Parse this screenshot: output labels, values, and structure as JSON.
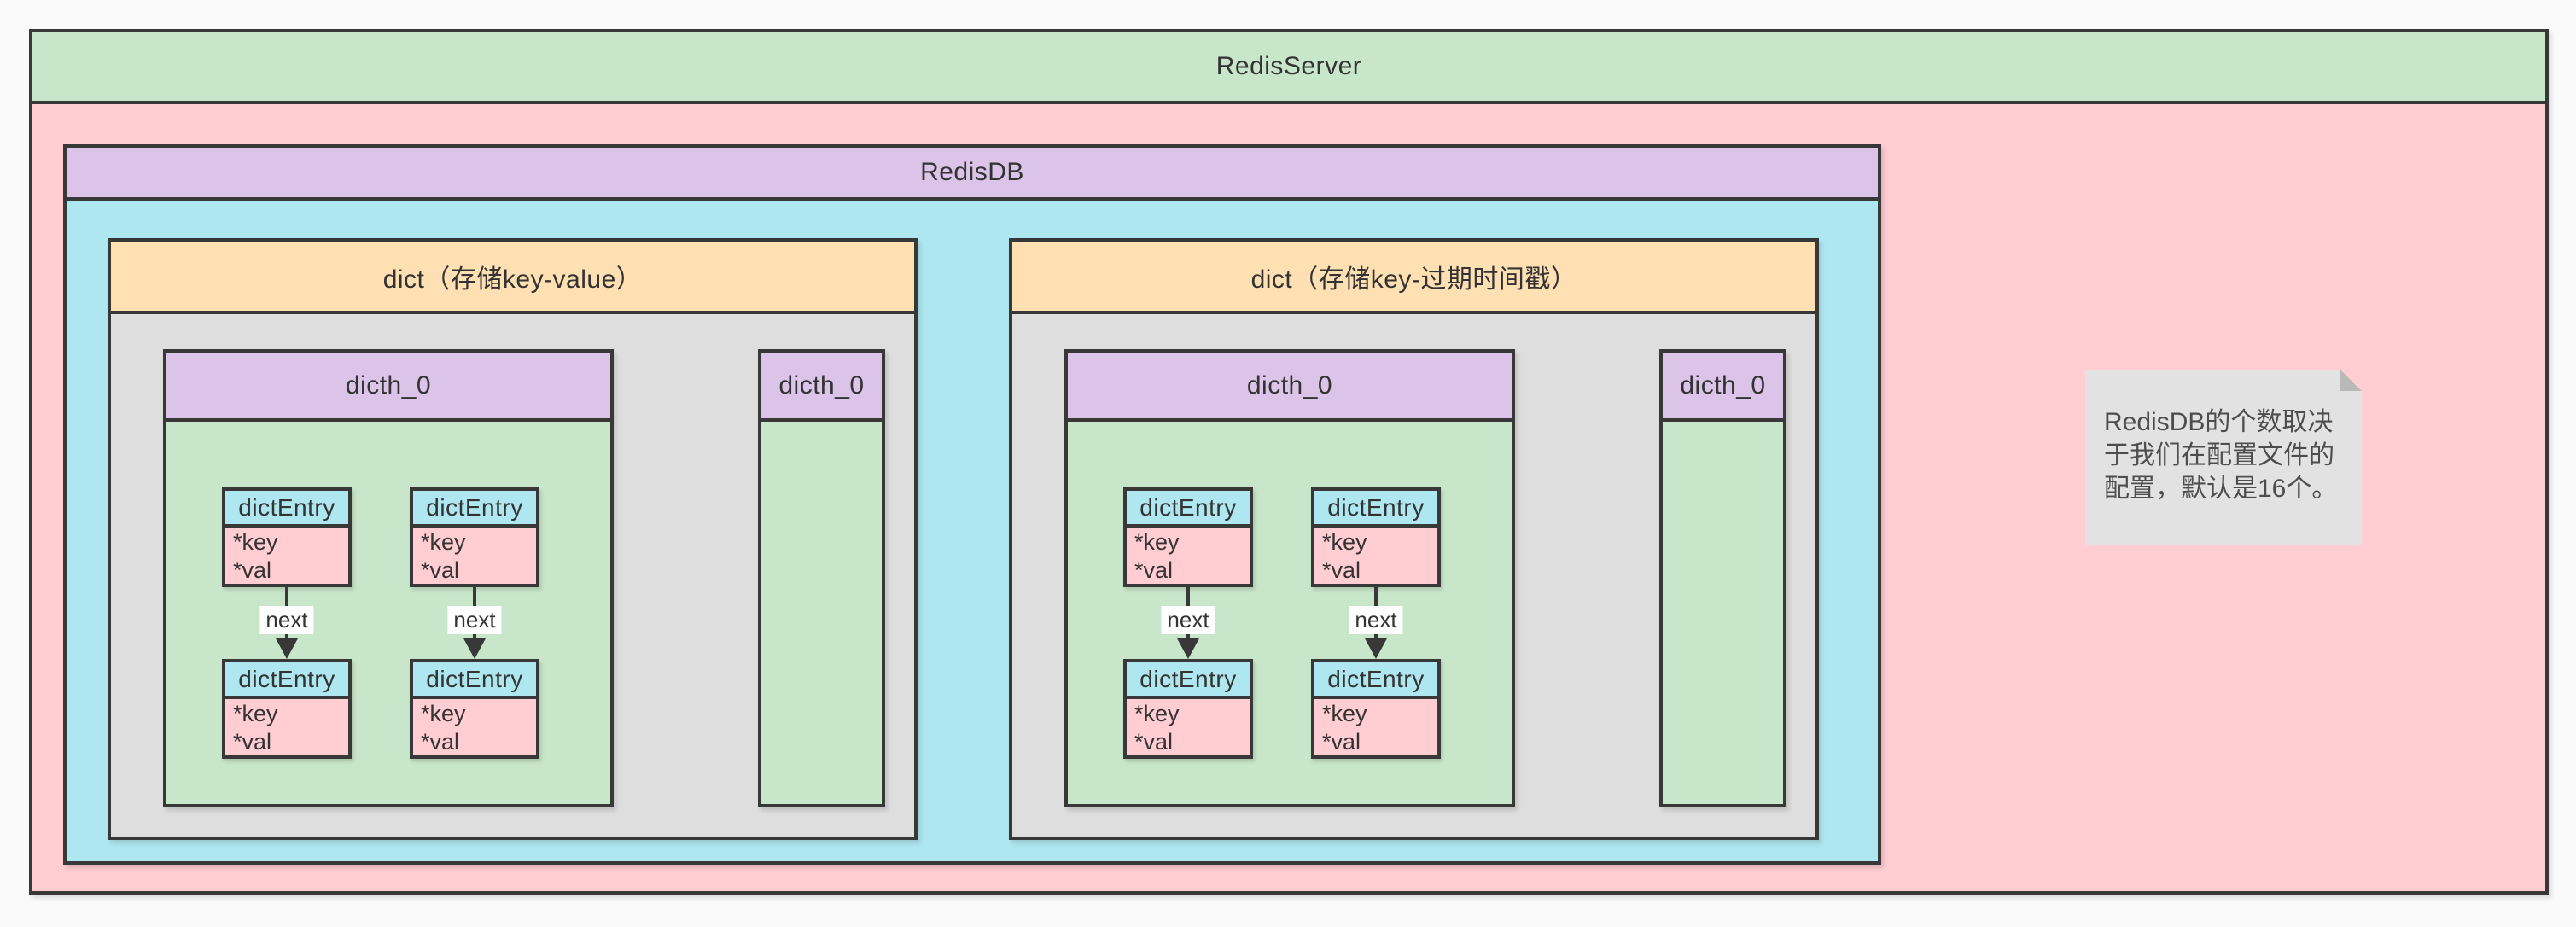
{
  "diagram": {
    "server": {
      "title": "RedisServer",
      "db": {
        "title": "RedisDB",
        "dicts": [
          {
            "title": "dict（存储key-value）",
            "main_table": {
              "title": "dicth_0",
              "chains": [
                {
                  "arrow_label": "next",
                  "entries": [
                    {
                      "title": "dictEntry",
                      "fields": [
                        "*key",
                        "*val"
                      ]
                    },
                    {
                      "title": "dictEntry",
                      "fields": [
                        "*key",
                        "*val"
                      ]
                    }
                  ]
                },
                {
                  "arrow_label": "next",
                  "entries": [
                    {
                      "title": "dictEntry",
                      "fields": [
                        "*key",
                        "*val"
                      ]
                    },
                    {
                      "title": "dictEntry",
                      "fields": [
                        "*key",
                        "*val"
                      ]
                    }
                  ]
                }
              ]
            },
            "side_table": {
              "title": "dicth_0"
            }
          },
          {
            "title": "dict（存储key-过期时间戳）",
            "main_table": {
              "title": "dicth_0",
              "chains": [
                {
                  "arrow_label": "next",
                  "entries": [
                    {
                      "title": "dictEntry",
                      "fields": [
                        "*key",
                        "*val"
                      ]
                    },
                    {
                      "title": "dictEntry",
                      "fields": [
                        "*key",
                        "*val"
                      ]
                    }
                  ]
                },
                {
                  "arrow_label": "next",
                  "entries": [
                    {
                      "title": "dictEntry",
                      "fields": [
                        "*key",
                        "*val"
                      ]
                    },
                    {
                      "title": "dictEntry",
                      "fields": [
                        "*key",
                        "*val"
                      ]
                    }
                  ]
                }
              ]
            },
            "side_table": {
              "title": "dicth_0"
            }
          }
        ]
      }
    },
    "note": {
      "lines": [
        "RedisDB的个数取决",
        "于我们在配置文件的",
        "配置，默认是16个。"
      ]
    },
    "colors": {
      "page_bg": "#fafafa",
      "border": "#383838",
      "server_header_green": "#c8e6c9",
      "server_body_pink": "#ffcdd2",
      "db_header_purple": "#dcc3e8",
      "db_body_cyan": "#aee7f0",
      "dict_header_orange": "#ffe0b2",
      "dict_body_gray": "#dedede",
      "table_header_purple": "#dcc3e8",
      "table_body_green": "#c8e6c9",
      "entry_header_cyan": "#aee7f0",
      "entry_body_pink": "#ffcdd2",
      "arrow_label_bg": "#ffffff",
      "note_bg": "#e2e2e2",
      "note_fold": "#b9b9b9",
      "note_text": "#4d4d4d",
      "text": "#333333"
    }
  }
}
